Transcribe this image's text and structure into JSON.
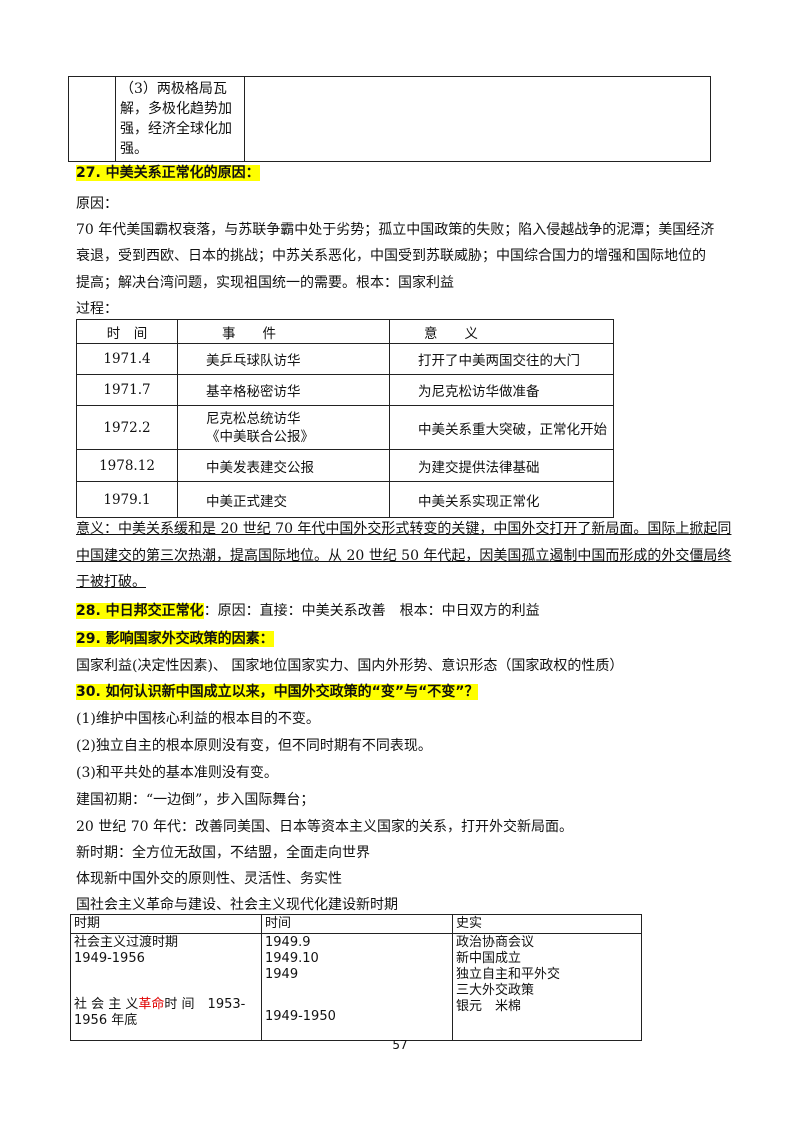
{
  "top_table": {
    "cell_text": "（3）两极格局瓦解，多极化趋势加强，经济全球化加强。"
  },
  "section27": {
    "heading": "27. 中美关系正常化的原因：",
    "reason_label": "原因：",
    "reason_lines": [
      "70 年代美国霸权衰落，与苏联争霸中处于劣势；孤立中国政策的失败；陷入侵越战争的泥潭；美国经济",
      "衰退，受到西欧、日本的挑战；中苏关系恶化，中国受到苏联威胁；中国综合国力的增强和国际地位的",
      "提高；解决台湾问题，实现祖国统一的需要。根本：国家利益"
    ],
    "process_label": "过程：",
    "process_table": {
      "headers": [
        "时　间",
        "事　　件",
        "意　　义"
      ],
      "rows": [
        [
          "1971.4",
          "美乒乓球队访华",
          "打开了中美两国交往的大门"
        ],
        [
          "1971.7",
          "基辛格秘密访华",
          "为尼克松访华做准备"
        ],
        [
          "1972.2",
          "尼克松总统访华\n《中美联合公报》",
          "中美关系重大突破，正常化开始"
        ],
        [
          "1978.12",
          "中美发表建交公报",
          "为建交提供法律基础"
        ],
        [
          "1979.1",
          "中美正式建交",
          "中美关系实现正常化"
        ]
      ]
    },
    "significance_lines": [
      "意义：中美关系缓和是 20 世纪 70 年代中国外交形式转变的关键，中国外交打开了新局面。国际上掀起同",
      "中国建交的第三次热潮，提高国际地位。从 20 世纪 50 年代起，因美国孤立遏制中国而形成的外交僵局终",
      "于被打破。"
    ]
  },
  "section28": {
    "heading": "28. 中日邦交正常化",
    "text": "：原因：直接：中美关系改善　根本：中日双方的利益"
  },
  "section29": {
    "heading": "29. 影响国家外交政策的因素：",
    "text": "国家利益(决定性因素)、 国家地位国家实力、国内外形势、意识形态（国家政权的性质）"
  },
  "section30": {
    "heading": "30. 如何认识新中国成立以来，中国外交政策的“变”与“不变”？",
    "lines": [
      "(1)维护中国核心利益的根本目的不变。",
      "(2)独立自主的根本原则没有变，但不同时期有不同表现。",
      "(3)和平共处的基本准则没有变。",
      "建国初期：“一边倒”，步入国际舞台；",
      "20 世纪 70 年代：改善同美国、日本等资本主义国家的关系，打开外交新局面。",
      "新时期：全方位无敌国，不结盟，全面走向世界",
      "体现新中国外交的原则性、灵活性、务实性",
      "国社会主义革命与建设、社会主义现代化建设新时期"
    ]
  },
  "period_table": {
    "headers": [
      "时期",
      "时间",
      "史实"
    ],
    "period_1": "社会主义过渡时期",
    "period_1_years": "1949-1956",
    "period_2_prefix": "社 会 主 义",
    "period_2_red": "革命",
    "period_2_suffix": "时 间　1953-",
    "period_2_end": "1956 年底",
    "times": [
      "1949.9",
      "1949.10",
      "1949",
      "1949-1950"
    ],
    "facts": [
      "政治协商会议",
      "新中国成立",
      "独立自主和平外交",
      "三大外交政策",
      "银元　米棉"
    ]
  },
  "page_number": "57"
}
